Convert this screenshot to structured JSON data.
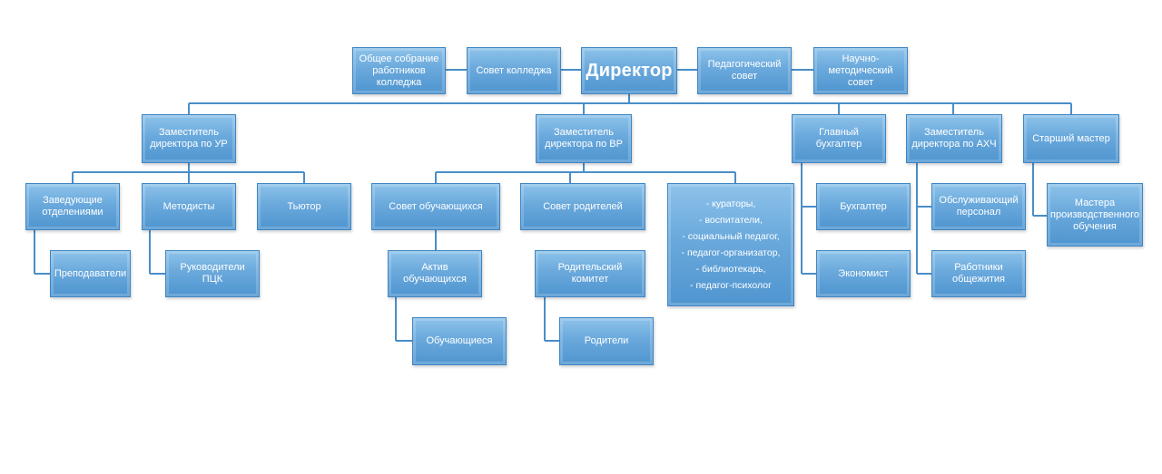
{
  "diagram": {
    "top_row": {
      "general_meeting": "Общее собрание\nработников\nколледжа",
      "college_council": "Совет колледжа",
      "director": "Директор",
      "pedagogical_council": "Педагогический\nсовет",
      "scientific_council": "Научно-\nметодический\nсовет"
    },
    "deputies": {
      "deputy_ur": "Заместитель\nдиректора по УР",
      "deputy_vr": "Заместитель\nдиректора по ВР",
      "chief_accountant": "Главный бухгалтер",
      "deputy_ahch": "Заместитель\nдиректора по АХЧ",
      "senior_master": "Старший мастер"
    },
    "ur_branch": {
      "heads_of_departments": "Заведующие\nотделениями",
      "methodologists": "Методисты",
      "tutor": "Тьютор",
      "teachers": "Преподаватели",
      "pck_heads": "Руководители ПЦК"
    },
    "vr_branch": {
      "students_council": "Совет обучающихся",
      "parents_council": "Совет родителей",
      "staff_list": "- кураторы,\n- воспитатели,\n- социальный педагог,\n- педагог-организатор,\n- библиотекарь,\n- педагог-психолог",
      "students_activists": "Актив обучающихся",
      "parents_committee": "Родительский\nкомитет",
      "students": "Обучающиеся",
      "parents": "Родители"
    },
    "accounting_branch": {
      "accountant": "Бухгалтер",
      "economist": "Экономист"
    },
    "ahch_branch": {
      "service_staff": "Обслуживающий\nперсонал",
      "dormitory_staff": "Работники\nобщежития"
    },
    "masters_branch": {
      "production_masters": "Мастера\nпроизводственного\nобучения"
    }
  }
}
